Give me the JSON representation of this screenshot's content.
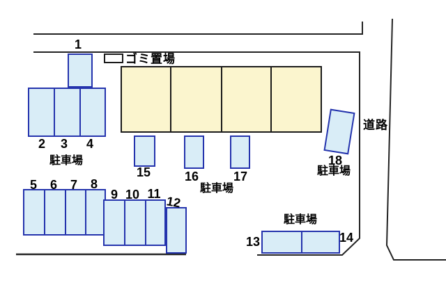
{
  "diagram": {
    "type": "parking-lot-site-plan",
    "labels": {
      "garbage_area": "ゴミ置場",
      "road": "道路",
      "parking_nw": "駐車場",
      "parking_center": "駐車場",
      "parking_east": "駐車場",
      "parking_south": "駐車場"
    },
    "space_numbers": [
      "1",
      "2",
      "3",
      "4",
      "5",
      "6",
      "7",
      "8",
      "9",
      "10",
      "11",
      "12",
      "13",
      "14",
      "15",
      "16",
      "17",
      "18"
    ],
    "colors": {
      "space_fill": "#d9edf7",
      "space_border": "#2433ad",
      "building_fill": "#fbf5ce",
      "building_border": "#1a1a1a",
      "boundary_line": "#222222",
      "text": "#000000",
      "background": "#ffffff"
    },
    "counts": {
      "total_spaces": 18,
      "building_units": 4
    }
  }
}
